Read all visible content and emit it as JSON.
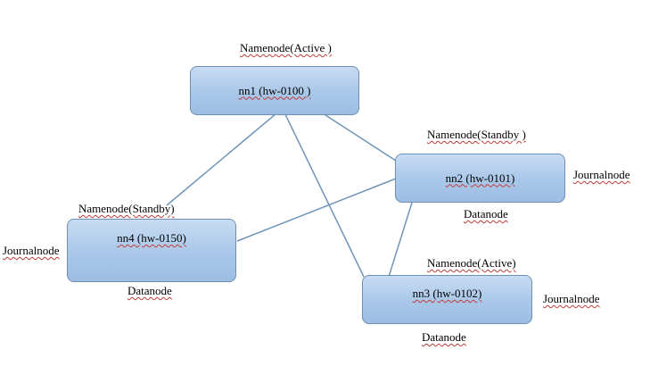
{
  "nodes": {
    "nn1": {
      "label": "nn1 (hw-0100 )",
      "role": "Namenode(Active )"
    },
    "nn2": {
      "label": "nn2 (hw-0101)",
      "role": "Namenode(Standby )",
      "journal": "Journalnode",
      "data": "Datanode"
    },
    "nn3": {
      "label": "nn3 (hw-0102)",
      "role": "Namenode(Active)",
      "journal": "Journalnode",
      "data": "Datanode"
    },
    "nn4": {
      "label": "nn4 (hw-0150)",
      "role": "Namenode(Standby)",
      "journal": "Journalnode",
      "data": "Datanode"
    }
  },
  "edges": [
    {
      "from": "nn1",
      "to": "nn2"
    },
    {
      "from": "nn1",
      "to": "nn3"
    },
    {
      "from": "nn1",
      "to": "nn4"
    },
    {
      "from": "nn2",
      "to": "nn3"
    },
    {
      "from": "nn2",
      "to": "nn4"
    }
  ],
  "colors": {
    "edge": "#6f95b8",
    "node_border": "#6d8fb3",
    "node_fill": "#a9c7e8"
  }
}
